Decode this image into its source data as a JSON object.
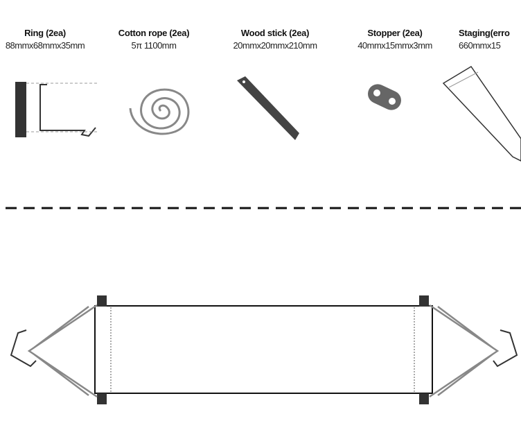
{
  "parts": [
    {
      "name": "Ring (2ea)",
      "dim": "88mmx68mmx35mm"
    },
    {
      "name": "Cotton rope  (2ea)",
      "dim": "5π  1100mm"
    },
    {
      "name": "Wood stick (2ea)",
      "dim": "20mmx20mmx210mm"
    },
    {
      "name": "Stopper (2ea)",
      "dim": "40mmx15mmx3mm"
    },
    {
      "name": "Staging(erro",
      "dim": "660mmx15"
    }
  ]
}
